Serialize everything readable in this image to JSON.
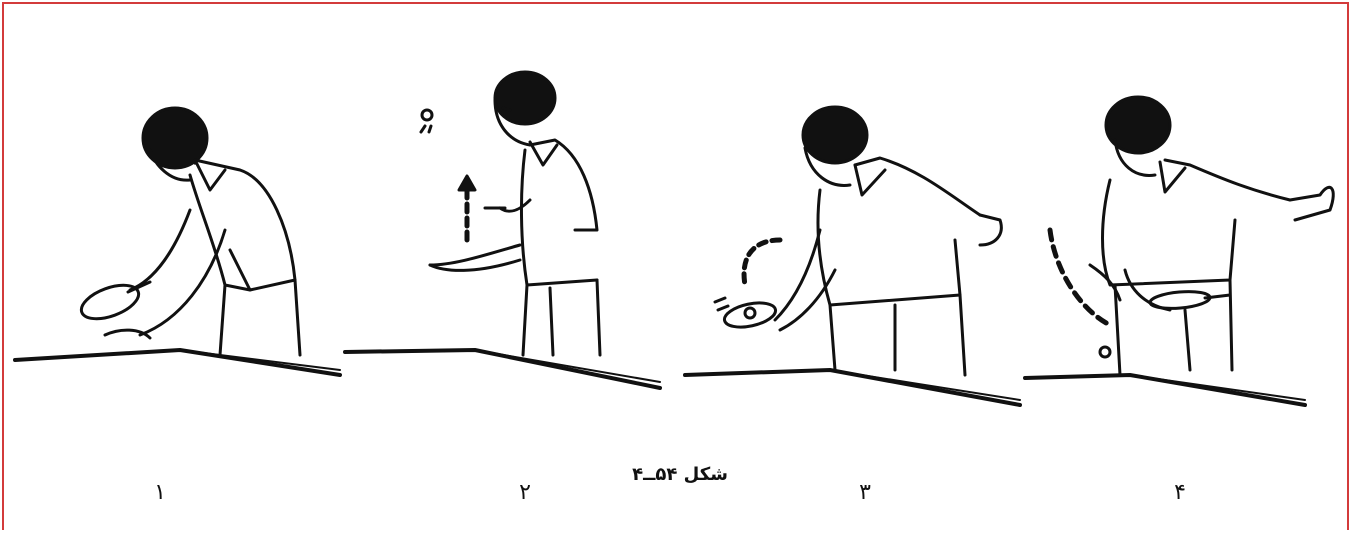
{
  "figure": {
    "caption": "شکل ۵۴ــ۴",
    "panels": [
      {
        "number": "۱"
      },
      {
        "number": "۲"
      },
      {
        "number": "۳"
      },
      {
        "number": "۴"
      }
    ],
    "colors": {
      "border": "#d33b3b",
      "ink": "#111111"
    }
  }
}
